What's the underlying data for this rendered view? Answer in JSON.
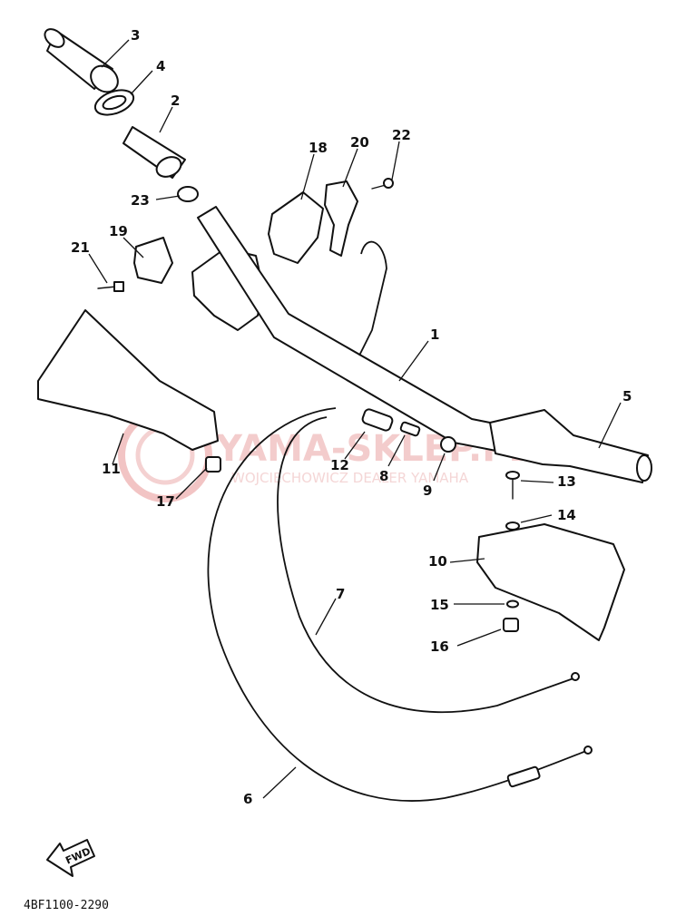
{
  "diagram": {
    "part_numbers": [
      "1",
      "2",
      "3",
      "4",
      "5",
      "6",
      "7",
      "8",
      "9",
      "10",
      "11",
      "12",
      "13",
      "14",
      "15",
      "16",
      "17",
      "18",
      "19",
      "20",
      "21",
      "22",
      "23"
    ],
    "drawing_code": "4BF1100-2290",
    "direction_marker": "FWD",
    "watermark": {
      "main": "YAMA-SKLEP.PL",
      "sub": "WOJCIECHOWICZ DEALER YAMAHA",
      "color": "#e8a0a0"
    }
  }
}
